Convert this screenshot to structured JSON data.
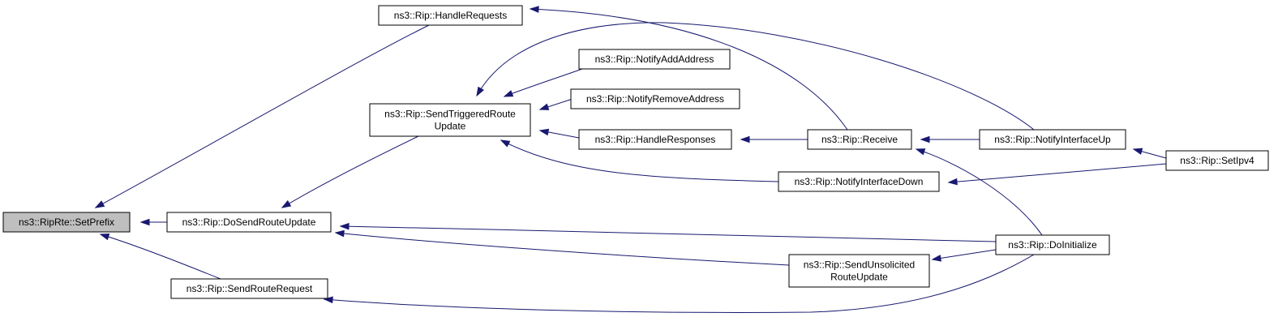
{
  "diagram": {
    "title": "Call graph of ns3::RipRte::SetPrefix",
    "colors": {
      "edge": "#191970",
      "node_border": "#000000",
      "node_fill": "#ffffff",
      "current_node_fill": "#bfbfbf"
    },
    "nodes": {
      "setprefix": {
        "lines": [
          "ns3::RipRte::SetPrefix"
        ],
        "current": true
      },
      "handlerequests": {
        "lines": [
          "ns3::Rip::HandleRequests"
        ]
      },
      "sendtriggered": {
        "lines": [
          "ns3::Rip::SendTriggeredRoute",
          "Update"
        ]
      },
      "dosendroute": {
        "lines": [
          "ns3::Rip::DoSendRouteUpdate"
        ]
      },
      "sendrouterequest": {
        "lines": [
          "ns3::Rip::SendRouteRequest"
        ]
      },
      "notifyadd": {
        "lines": [
          "ns3::Rip::NotifyAddAddress"
        ]
      },
      "notifyremove": {
        "lines": [
          "ns3::Rip::NotifyRemoveAddress"
        ]
      },
      "handleresponses": {
        "lines": [
          "ns3::Rip::HandleResponses"
        ]
      },
      "receive": {
        "lines": [
          "ns3::Rip::Receive"
        ]
      },
      "notifydown": {
        "lines": [
          "ns3::Rip::NotifyInterfaceDown"
        ]
      },
      "sendunsolicited": {
        "lines": [
          "ns3::Rip::SendUnsolicited",
          "RouteUpdate"
        ]
      },
      "notifyup": {
        "lines": [
          "ns3::Rip::NotifyInterfaceUp"
        ]
      },
      "doinitialize": {
        "lines": [
          "ns3::Rip::DoInitialize"
        ]
      },
      "setipv4": {
        "lines": [
          "ns3::Rip::SetIpv4"
        ]
      }
    },
    "edges": [
      {
        "from": "handlerequests",
        "to": "setprefix"
      },
      {
        "from": "dosendroute",
        "to": "setprefix"
      },
      {
        "from": "sendrouterequest",
        "to": "setprefix"
      },
      {
        "from": "receive",
        "to": "handlerequests"
      },
      {
        "from": "notifyadd",
        "to": "sendtriggered"
      },
      {
        "from": "notifyremove",
        "to": "sendtriggered"
      },
      {
        "from": "handleresponses",
        "to": "sendtriggered"
      },
      {
        "from": "notifyup",
        "to": "sendtriggered"
      },
      {
        "from": "notifydown",
        "to": "sendtriggered"
      },
      {
        "from": "sendtriggered",
        "to": "dosendroute"
      },
      {
        "from": "doinitialize",
        "to": "dosendroute"
      },
      {
        "from": "sendunsolicited",
        "to": "dosendroute"
      },
      {
        "from": "doinitialize",
        "to": "sendrouterequest"
      },
      {
        "from": "receive",
        "to": "handleresponses"
      },
      {
        "from": "notifyup",
        "to": "receive"
      },
      {
        "from": "doinitialize",
        "to": "receive"
      },
      {
        "from": "setipv4",
        "to": "notifydown"
      },
      {
        "from": "doinitialize",
        "to": "sendunsolicited"
      },
      {
        "from": "setipv4",
        "to": "notifyup"
      }
    ]
  }
}
